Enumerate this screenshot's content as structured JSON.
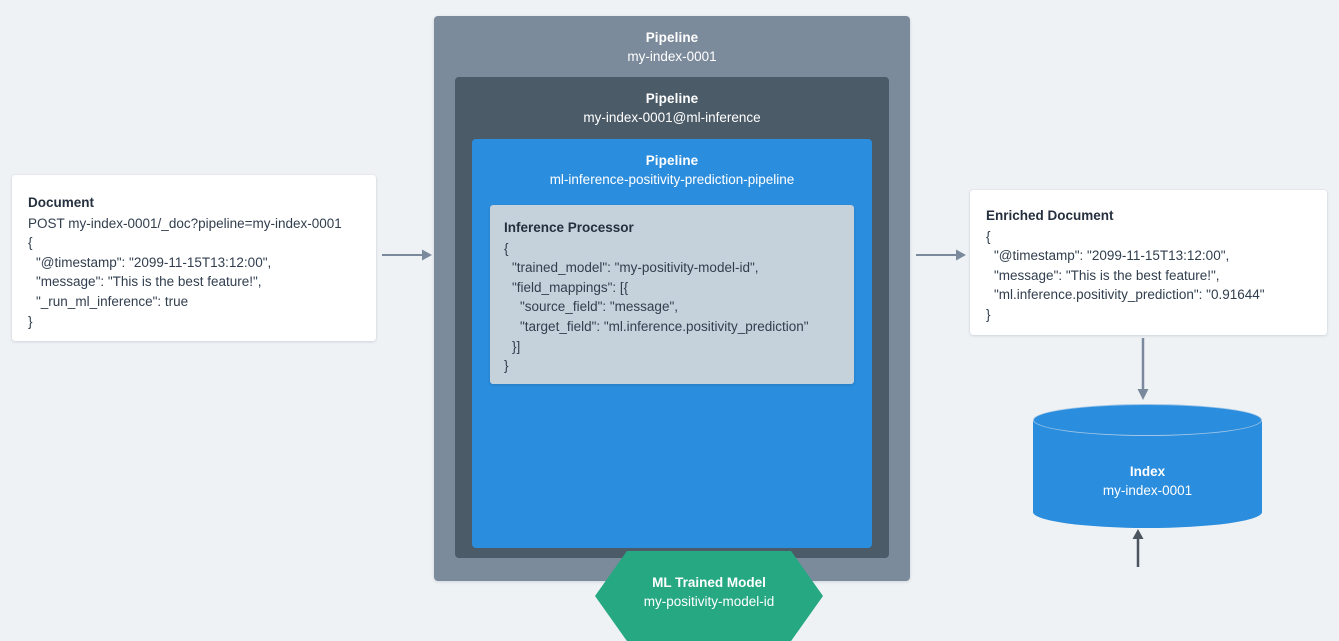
{
  "theme": {
    "background": "#eff2f5",
    "outer_pipeline_color": "#7c8b9b",
    "middle_pipeline_color": "#4c5b68",
    "inner_pipeline_color": "#2b8ddd",
    "processor_color": "#c5d2dc",
    "model_color": "#26a883",
    "index_color": "#2b8ddd",
    "text_color": "#313e4e",
    "arrow_color_light": "#7a8a9c",
    "arrow_color_dark": "#4a5560"
  },
  "document": {
    "title": "Document",
    "lines": [
      "POST my-index-0001/_doc?pipeline=my-index-0001",
      "{",
      "\"@timestamp\": \"2099-11-15T13:12:00\",",
      "\"message\": \"This is the best feature!\",",
      "\"_run_ml_inference\": true",
      "}"
    ]
  },
  "pipelines": {
    "outer": {
      "kind": "Pipeline",
      "name": "my-index-0001"
    },
    "middle": {
      "kind": "Pipeline",
      "name": "my-index-0001@ml-inference"
    },
    "inner": {
      "kind": "Pipeline",
      "name": "ml-inference-positivity-prediction-pipeline"
    }
  },
  "inference_processor": {
    "title": "Inference Processor",
    "lines": [
      "{",
      "\"trained_model\": \"my-positivity-model-id\",",
      "\"field_mappings\": [{",
      "\"source_field\": \"message\",",
      "\"target_field\": \"ml.inference.positivity_prediction\"",
      "}]",
      "}"
    ]
  },
  "ml_model": {
    "title": "ML Trained Model",
    "name": "my-positivity-model-id"
  },
  "enriched_document": {
    "title": "Enriched Document",
    "lines": [
      "{",
      "\"@timestamp\": \"2099-11-15T13:12:00\",",
      "\"message\": \"This is the best feature!\",",
      "\"ml.inference.positivity_prediction\": \"0.91644\"",
      "}"
    ]
  },
  "index": {
    "title": "Index",
    "name": "my-index-0001"
  }
}
